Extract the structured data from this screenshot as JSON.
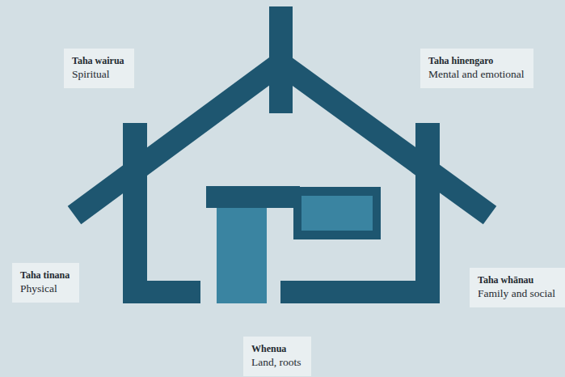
{
  "diagram": {
    "nodes": [
      {
        "text": [
          "Taha wairua",
          "Spiritual"
        ]
      },
      {
        "text": [
          "Taha hinengaro",
          "Mental and emotional"
        ]
      },
      {
        "text": [
          "Taha tinana",
          "Physical"
        ]
      },
      {
        "text": [
          "Taha whānau",
          "Family and social"
        ]
      },
      {
        "text": [
          "Whenua",
          "Land, roots"
        ]
      }
    ]
  }
}
